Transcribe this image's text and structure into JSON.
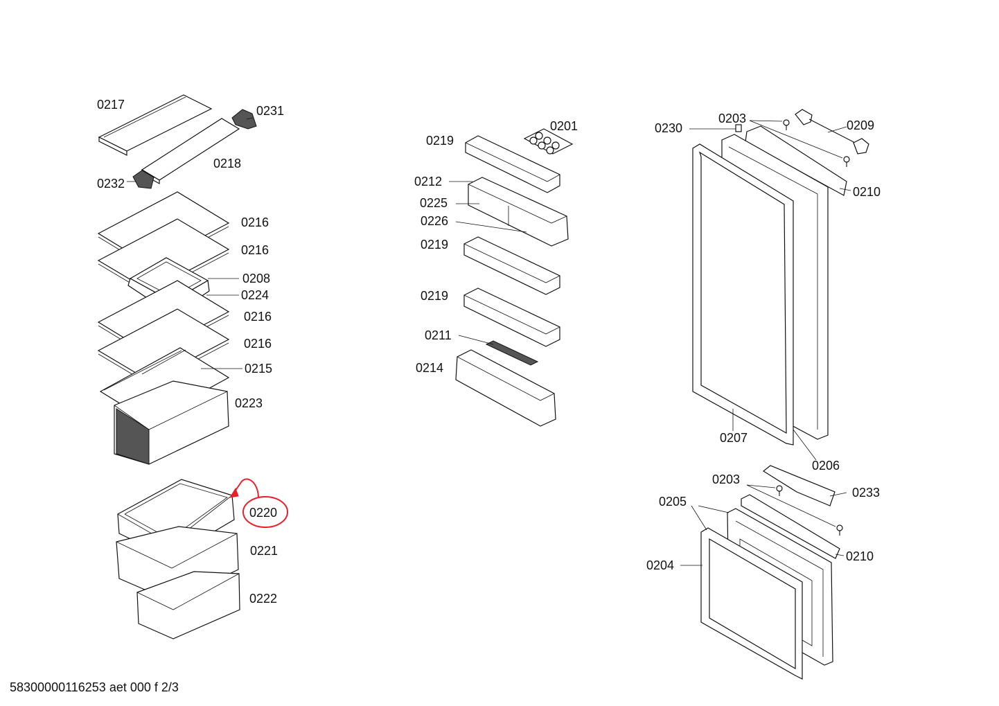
{
  "labels": {
    "p0217": "0217",
    "p0231": "0231",
    "p0218": "0218",
    "p0232": "0232",
    "p0216a": "0216",
    "p0216b": "0216",
    "p0208": "0208",
    "p0224": "0224",
    "p0216c": "0216",
    "p0216d": "0216",
    "p0215": "0215",
    "p0223": "0223",
    "p0220": "0220",
    "p0221": "0221",
    "p0222": "0222",
    "p0201": "0201",
    "p0219a": "0219",
    "p0212": "0212",
    "p0225": "0225",
    "p0226": "0226",
    "p0219b": "0219",
    "p0219c": "0219",
    "p0211": "0211",
    "p0214": "0214",
    "p0230": "0230",
    "p0203a": "0203",
    "p0209": "0209",
    "p0210a": "0210",
    "p0207": "0207",
    "p0206": "0206",
    "p0203b": "0203",
    "p0233": "0233",
    "p0205": "0205",
    "p0210b": "0210",
    "p0204": "0204"
  },
  "footer": "58300000116253 aet 000 f 2/3",
  "highlight": {
    "part": "0220",
    "color": "#e8202a"
  }
}
